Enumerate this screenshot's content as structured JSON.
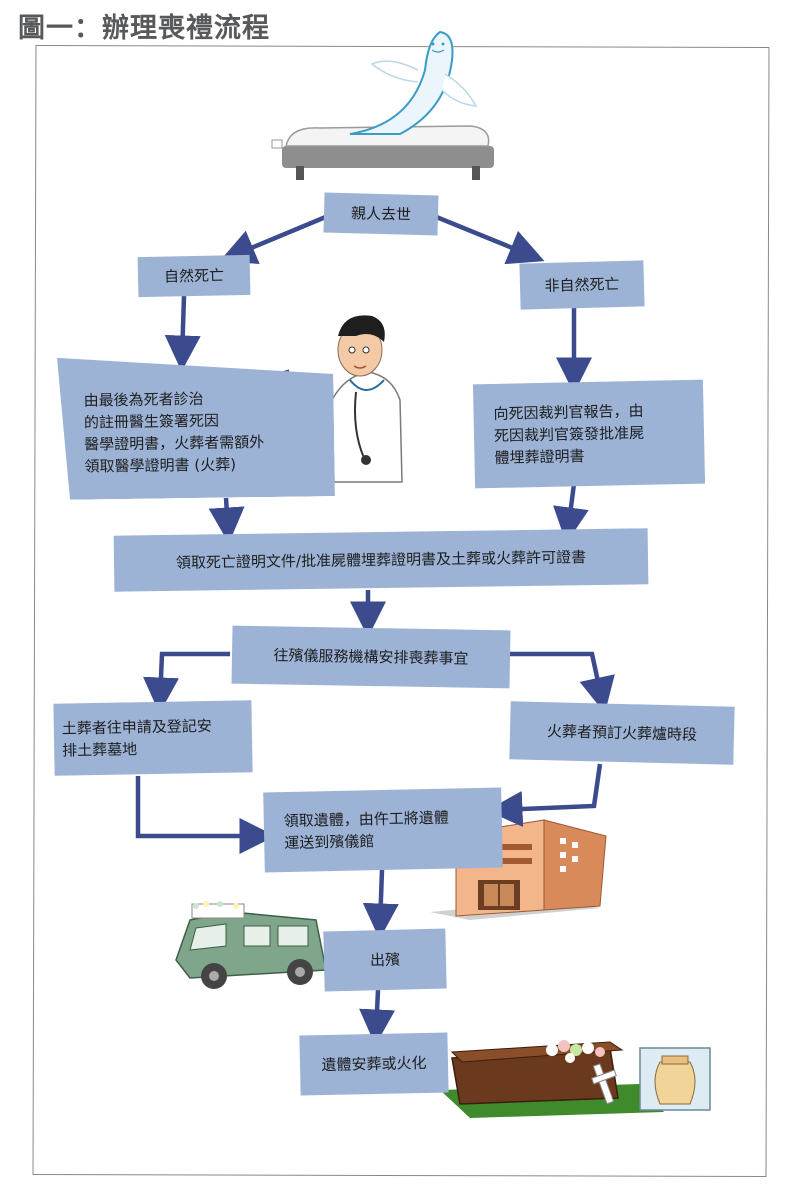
{
  "title": "圖一：辦理喪禮流程",
  "colors": {
    "box_fill": "#9cb3d6",
    "arrow": "#3c4b8d",
    "frame": "#8a8a8a",
    "title": "#58595b"
  },
  "nodes": {
    "death": "親人去世",
    "natural": "自然死亡",
    "unnatural": "非自然死亡",
    "doctor_cert": "由最後為死者診治\n的註冊醫生簽署死因\n醫學證明書，火葬者需額外\n領取醫學證明書 (火葬)",
    "coroner": "向死因裁判官報告，由\n死因裁判官簽發批准屍\n體埋葬證明書",
    "documents": "領取死亡證明文件/批准屍體埋葬證明書及土葬或火葬許可證書",
    "funeral_parlour": "往殯儀服務機構安排喪葬事宜",
    "burial": "土葬者往申請及登記安\n排土葬墓地",
    "cremation": "火葬者預訂火葬爐時段",
    "collect_body": "領取遺體，由仵工將遺體\n運送到殯儀館",
    "procession": "出殯",
    "final": "遺體安葬或火化"
  },
  "illustrations": [
    "bed-with-spirit",
    "doctor-with-clipboard",
    "funeral-parlour-building",
    "hearse-van",
    "coffin-with-flowers",
    "urn-box"
  ]
}
